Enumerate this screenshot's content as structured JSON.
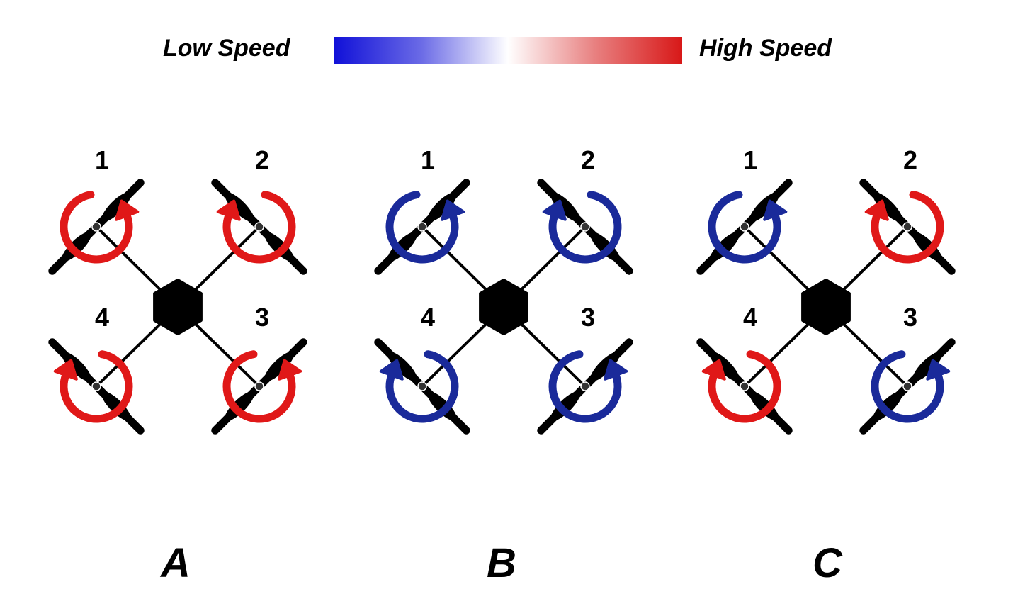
{
  "legend": {
    "low_label": "Low Speed",
    "high_label": "High Speed",
    "low_color": "#1a2a9a",
    "high_color": "#e01818"
  },
  "rotor_numbers": [
    "1",
    "2",
    "3",
    "4"
  ],
  "panels": [
    {
      "label": "A",
      "rotor_speeds": [
        "high",
        "high",
        "high",
        "high"
      ]
    },
    {
      "label": "B",
      "rotor_speeds": [
        "low",
        "low",
        "low",
        "low"
      ]
    },
    {
      "label": "C",
      "rotor_speeds": [
        "low",
        "high",
        "low",
        "high"
      ]
    }
  ]
}
